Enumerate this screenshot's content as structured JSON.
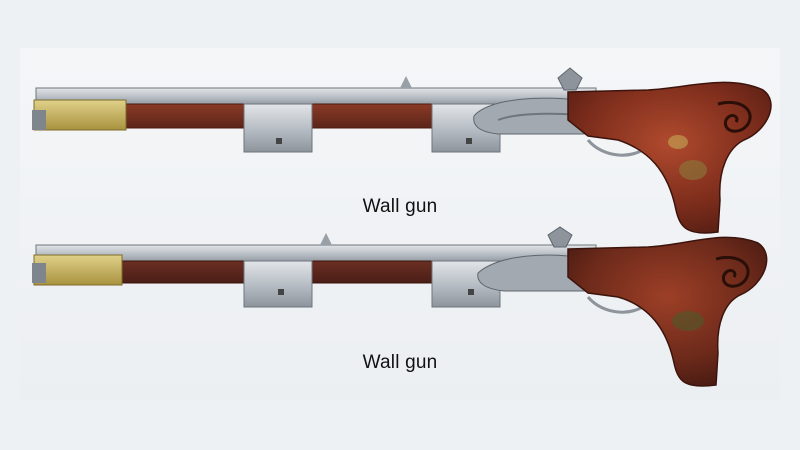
{
  "image": {
    "subject": "two-views-of-antique-wall-guns",
    "background": "#eef1f4"
  },
  "captions": {
    "top": "Wall gun",
    "bottom": "Wall gun"
  },
  "colors": {
    "steel": "#b9bfc6",
    "steel_dark": "#7e858d",
    "wood": "#7a2e1f",
    "wood_light": "#a5442d",
    "brass": "#c6b25a"
  }
}
